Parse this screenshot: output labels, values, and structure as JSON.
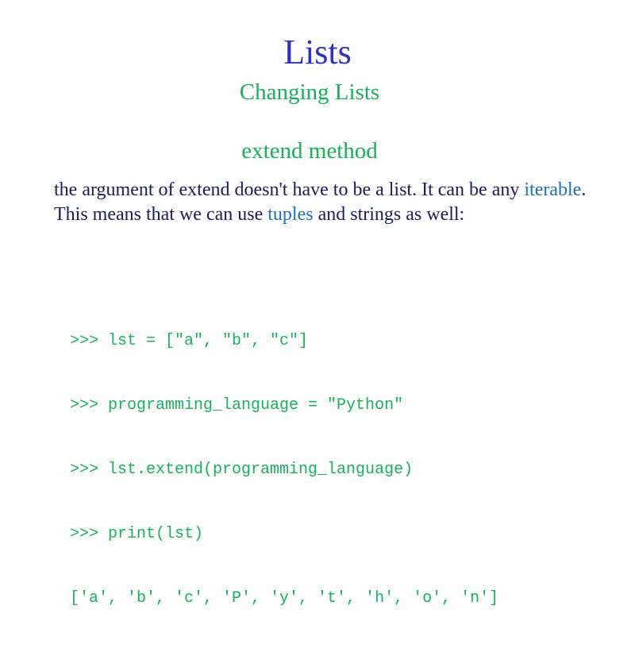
{
  "slide": {
    "title": "Lists",
    "subtitle": "Changing Lists",
    "section_heading": "extend method",
    "body": {
      "part1": "the argument of extend doesn't have to be a list. It can be any ",
      "link_iterable": "iterable",
      "part2": ". This means that we can use ",
      "link_tuples": "tuples",
      "part3": " and strings as well:"
    },
    "code_lines": [
      ">>> lst = [\"a\", \"b\", \"c\"]",
      ">>> programming_language = \"Python\"",
      ">>> lst.extend(programming_language)",
      ">>> print(lst)",
      "['a', 'b', 'c', 'P', 'y', 't', 'h', 'o', 'n']"
    ]
  },
  "colors": {
    "title": "#2f2fc4",
    "heading_green": "#17b05b",
    "body_text": "#1b1b60",
    "link": "#1c6fb8"
  }
}
